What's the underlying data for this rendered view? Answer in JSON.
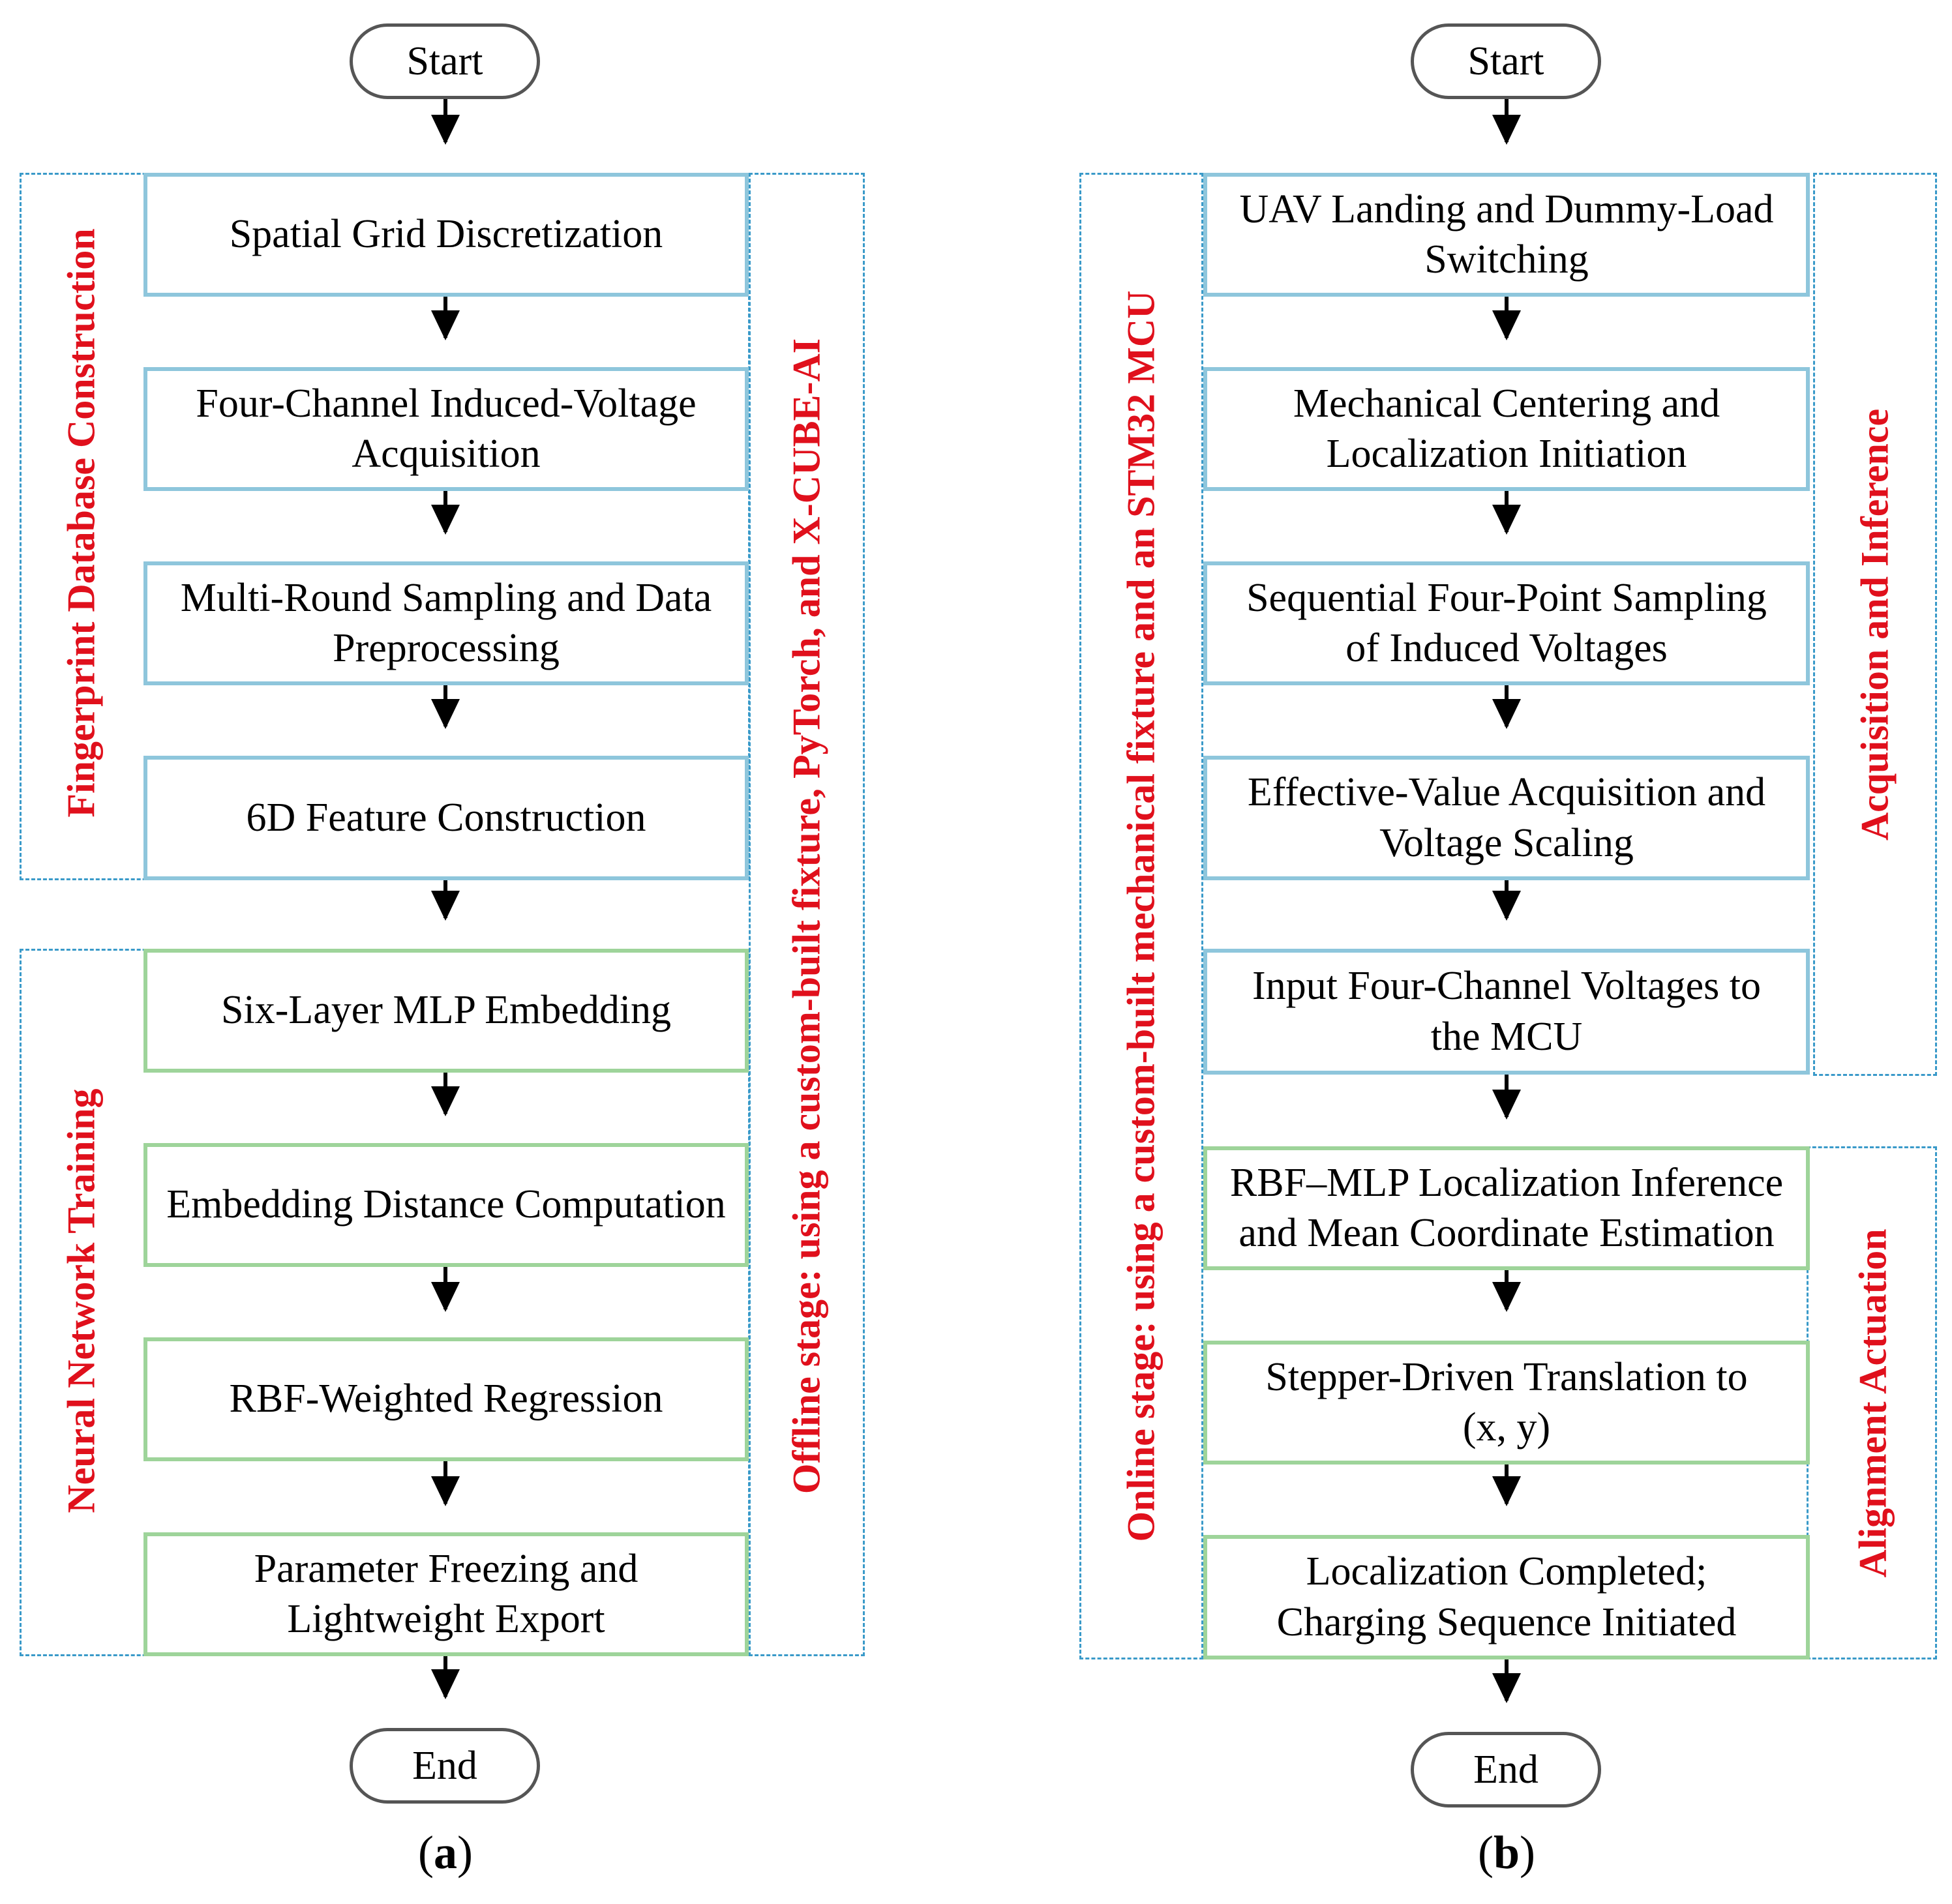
{
  "panel_a": {
    "start": "Start",
    "end": "End",
    "caption_open": "(",
    "caption_letter": "a",
    "caption_close": ")",
    "group_label_1": "Fingerprint Database Construction",
    "group_label_2": "Neural Network Training",
    "stage_label": "Offline stage: using a custom-built fixture, PyTorch, and X-CUBE-AI",
    "steps": [
      {
        "line1": "Spatial Grid Discretization",
        "line2": ""
      },
      {
        "line1": "Four-Channel Induced-Voltage",
        "line2": "Acquisition"
      },
      {
        "line1": "Multi-Round Sampling and Data",
        "line2": "Preprocessing"
      },
      {
        "line1": "6D Feature Construction",
        "line2": ""
      },
      {
        "line1": "Six-Layer MLP Embedding",
        "line2": ""
      },
      {
        "line1": "Embedding Distance Computation",
        "line2": ""
      },
      {
        "line1": "RBF-Weighted Regression",
        "line2": ""
      },
      {
        "line1": "Parameter Freezing and",
        "line2": "Lightweight Export"
      }
    ]
  },
  "panel_b": {
    "start": "Start",
    "end": "End",
    "caption_open": "(",
    "caption_letter": "b",
    "caption_close": ")",
    "stage_label": "Online stage: using a custom-built mechanical fixture and an STM32 MCU",
    "group_label_1": "Acquisition and Inference",
    "group_label_2": "Alignment Actuation",
    "steps": [
      {
        "line1": "UAV Landing and Dummy-Load",
        "line2": "Switching"
      },
      {
        "line1": "Mechanical Centering and",
        "line2": "Localization Initiation"
      },
      {
        "line1": "Sequential Four-Point Sampling",
        "line2": "of Induced Voltages"
      },
      {
        "line1": "Effective-Value Acquisition and",
        "line2": "Voltage Scaling"
      },
      {
        "line1": "Input Four-Channel Voltages to",
        "line2": "the MCU"
      },
      {
        "line1": "RBF–MLP Localization Inference",
        "line2": "and Mean Coordinate Estimation"
      },
      {
        "line1": "Stepper-Driven Translation to",
        "line2": "(x, y)"
      },
      {
        "line1": "Localization Completed;",
        "line2": "Charging Sequence Initiated"
      }
    ]
  }
}
